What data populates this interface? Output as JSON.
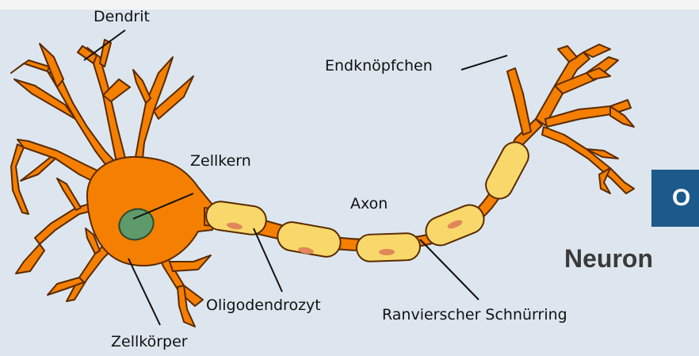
{
  "diagram": {
    "labels": {
      "dendrit": "Dendrit",
      "endknoepfchen": "Endknöpfchen",
      "zellkern": "Zellkern",
      "axon": "Axon",
      "oligodendrozyt": "Oligodendrozyt",
      "ranvier": "Ranvierscher Schnürring",
      "zellkoerper": "Zellkörper"
    },
    "colors": {
      "neuron": "#f57f00",
      "outline": "#5a2a00",
      "myelin": "#f8d86a",
      "nucleus": "#5f9a6a",
      "background": "#dde6ee",
      "badge": "#1b5a8a"
    }
  },
  "slide": {
    "badge_text": "O",
    "title": "Neuron"
  }
}
